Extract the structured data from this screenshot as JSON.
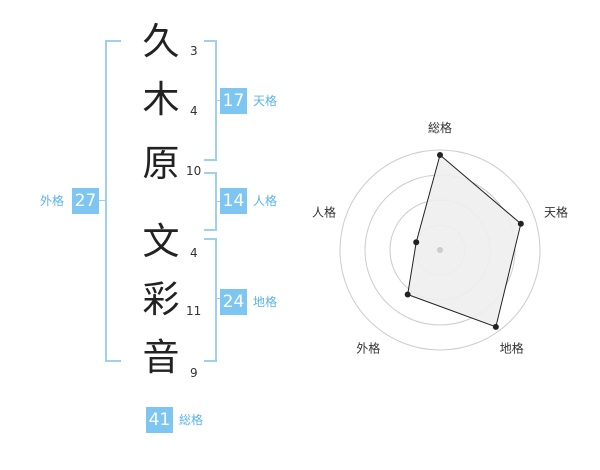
{
  "name_chars": [
    {
      "char": "久",
      "strokes": "3"
    },
    {
      "char": "木",
      "strokes": "4"
    },
    {
      "char": "原",
      "strokes": "10"
    },
    {
      "char": "文",
      "strokes": "4"
    },
    {
      "char": "彩",
      "strokes": "11"
    },
    {
      "char": "音",
      "strokes": "9"
    }
  ],
  "fortunes": {
    "tenkaku": {
      "value": "17",
      "label": "天格"
    },
    "jinkaku": {
      "value": "14",
      "label": "人格"
    },
    "chikaku": {
      "value": "24",
      "label": "地格"
    },
    "gaikaku": {
      "value": "27",
      "label": "外格"
    },
    "soukaku": {
      "value": "41",
      "label": "総格"
    }
  },
  "colors": {
    "accent": "#7ec6f2",
    "bracket": "#9fd0f0",
    "label": "#5bb3ea"
  },
  "chart_data": {
    "type": "radar",
    "axes": [
      "総格",
      "天格",
      "地格",
      "外格",
      "人格"
    ],
    "values": [
      0.95,
      0.85,
      0.95,
      0.55,
      0.25
    ],
    "rings": 4
  }
}
